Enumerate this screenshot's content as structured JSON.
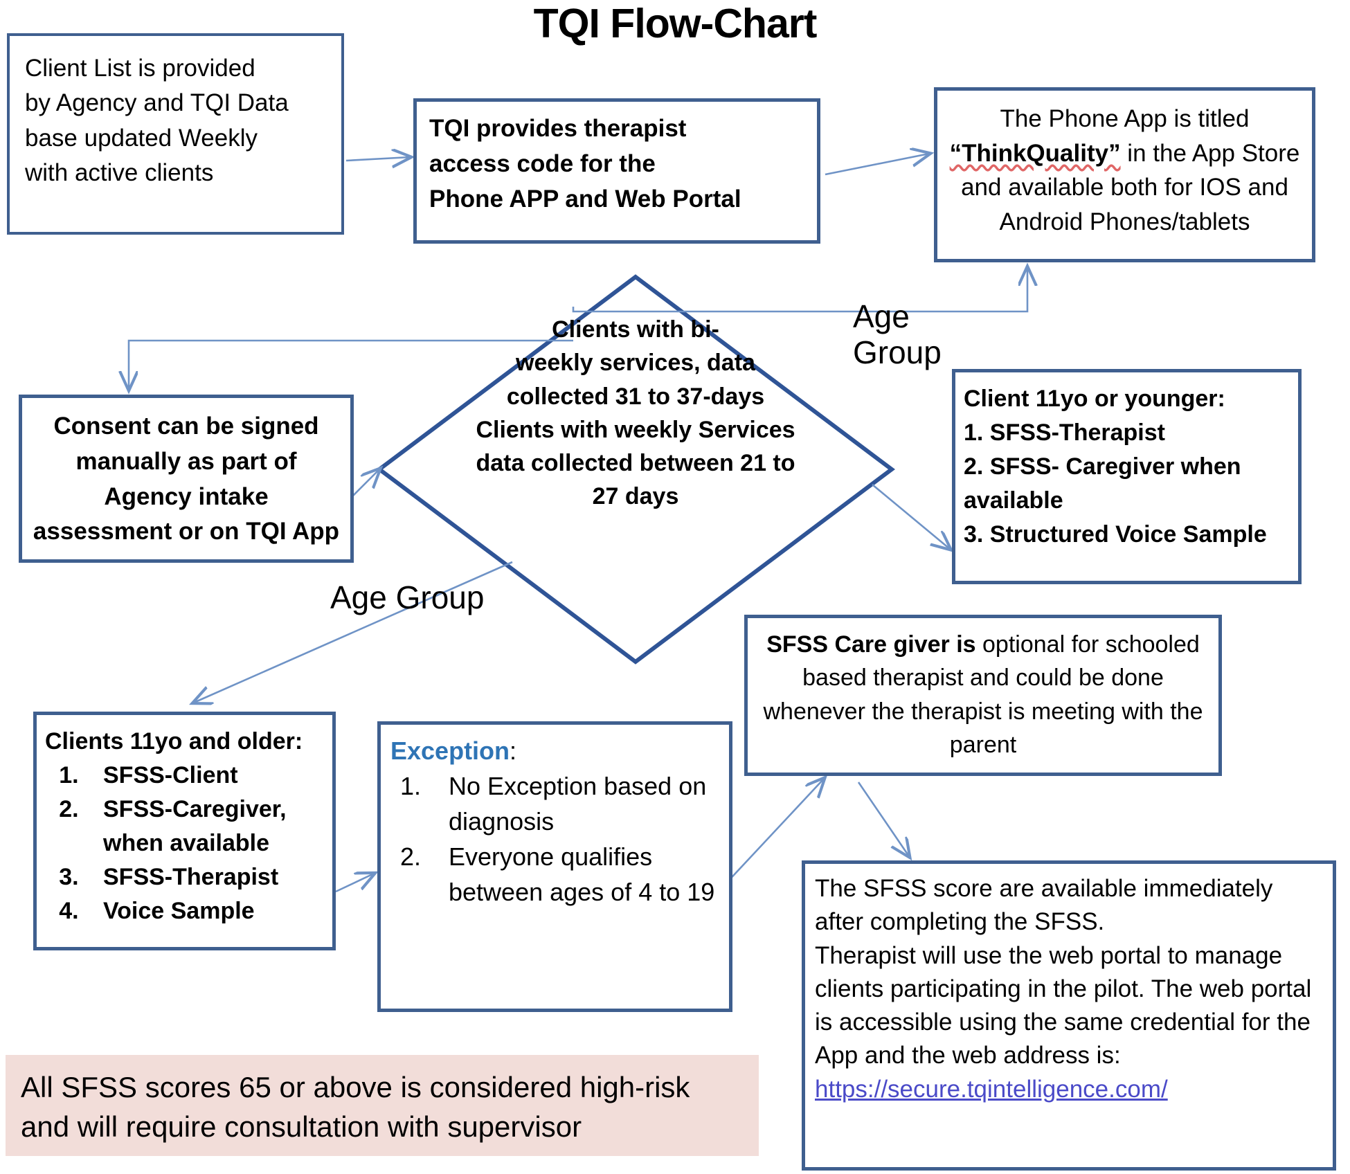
{
  "title": "TQI Flow-Chart",
  "colors": {
    "box_border": "#3f5f8f",
    "diamond_border": "#2f5496",
    "connector": "#6f93c6",
    "banner_bg": "#f2ddd9",
    "exception_accent": "#2e74b5",
    "link": "#4a4ac8"
  },
  "nodes": {
    "client_list": {
      "name": "client-list-box",
      "lines": [
        "Client List is provided",
        "by Agency and TQI Data",
        "base updated Weekly",
        "with active clients"
      ]
    },
    "tqi_access": {
      "name": "tqi-access-code-box",
      "lines": [
        "TQI provides therapist",
        " access code for the",
        "Phone APP and Web Portal"
      ]
    },
    "phone_app": {
      "name": "phone-app-box",
      "line1": "The Phone App is titled",
      "line2_bold": "“ThinkQuality”",
      "line2_rest": " in the App Store",
      "line3": "and available both for IOS and",
      "line4": "Android Phones/tablets"
    },
    "consent": {
      "name": "consent-box",
      "lines": [
        "Consent can be signed",
        "manually as part of",
        "Agency intake",
        "assessment or on TQI App"
      ]
    },
    "decision": {
      "name": "data-collection-decision-diamond",
      "lines": [
        "Clients with bi-",
        "weekly services, data",
        "collected 31 to 37-days",
        "Clients with weekly Services",
        "data collected between 21 to",
        "27 days"
      ]
    },
    "age_younger": {
      "name": "age-11-or-younger-box",
      "heading": "Client 11yo or younger:",
      "items": [
        "1. SFSS-Therapist",
        "2. SFSS- Caregiver when",
        "available",
        "3. Structured Voice Sample"
      ]
    },
    "age_older": {
      "name": "age-11-and-older-box",
      "heading": "Clients 11yo and older:",
      "items": [
        "SFSS-Client",
        "SFSS-Caregiver, when available",
        "SFSS-Therapist",
        "Voice Sample"
      ]
    },
    "exception": {
      "name": "exception-box",
      "heading_word": "Exception",
      "heading_colon": ":",
      "items": [
        "No Exception based on diagnosis",
        "Everyone qualifies between ages of 4 to 19"
      ]
    },
    "sfss_caregiver": {
      "name": "sfss-caregiver-note-box",
      "bold_lead": "SFSS Care giver is",
      "rest": " optional for schooled based therapist and could be done whenever the therapist is meeting with the parent"
    },
    "sfss_score": {
      "name": "sfss-score-note-box",
      "paragraph1": "The SFSS score are available immediately after completing the SFSS.",
      "paragraph2": "Therapist will use the web portal to manage clients participating in the pilot. The web portal is accessible using the same credential for the App and the web address is:",
      "link": "https://secure.tqintelligence.com/"
    },
    "high_risk_banner": {
      "name": "high-risk-banner",
      "text": "All SFSS scores 65 or above is considered high-risk and will require consultation with supervisor"
    }
  },
  "edge_labels": {
    "age_group_right": "Age Group",
    "age_group_left": "Age Group"
  },
  "chart_data": {
    "type": "flowchart",
    "title": "TQI Flow-Chart",
    "nodes": [
      {
        "id": "client_list",
        "shape": "rect",
        "label": "Client List is provided by Agency and TQI Data base updated Weekly with active clients"
      },
      {
        "id": "tqi_access",
        "shape": "rect",
        "label": "TQI provides therapist access code for the Phone APP and Web Portal"
      },
      {
        "id": "phone_app",
        "shape": "rect",
        "label": "The Phone App is titled “ThinkQuality” in the App Store and available both for IOS and Android Phones/tablets"
      },
      {
        "id": "consent",
        "shape": "rect",
        "label": "Consent can be signed manually as part of Agency intake assessment or on TQI App"
      },
      {
        "id": "decision",
        "shape": "diamond",
        "label": "Clients with bi-weekly services, data collected 31 to 37-days. Clients with weekly Services data collected between 21 to 27 days"
      },
      {
        "id": "age_younger",
        "shape": "rect",
        "label": "Client 11yo or younger: 1. SFSS-Therapist 2. SFSS- Caregiver when available 3. Structured Voice Sample"
      },
      {
        "id": "age_older",
        "shape": "rect",
        "label": "Clients 11yo and older: 1. SFSS-Client 2. SFSS-Caregiver, when available 3. SFSS-Therapist 4. Voice Sample"
      },
      {
        "id": "exception",
        "shape": "rect",
        "label": "Exception: 1. No Exception based on diagnosis 2. Everyone qualifies between ages of 4 to 19"
      },
      {
        "id": "sfss_caregiver",
        "shape": "rect",
        "label": "SFSS Care giver is optional for schooled based therapist and could be done whenever the therapist is meeting with the parent"
      },
      {
        "id": "sfss_score",
        "shape": "rect",
        "label": "The SFSS score are available immediately after completing the SFSS..."
      },
      {
        "id": "high_risk_banner",
        "shape": "banner",
        "label": "All SFSS scores 65 or above is considered high-risk and will require consultation with supervisor"
      }
    ],
    "edges": [
      {
        "from": "client_list",
        "to": "tqi_access",
        "label": ""
      },
      {
        "from": "tqi_access",
        "to": "phone_app",
        "label": ""
      },
      {
        "from": "decision",
        "to": "phone_app",
        "label": ""
      },
      {
        "from": "decision",
        "to": "consent",
        "label": ""
      },
      {
        "from": "decision",
        "to": "age_younger",
        "label": "Age Group"
      },
      {
        "from": "decision",
        "to": "age_older",
        "label": "Age Group"
      },
      {
        "from": "consent",
        "to": "decision",
        "label": ""
      },
      {
        "from": "age_older",
        "to": "exception",
        "label": ""
      },
      {
        "from": "exception",
        "to": "sfss_caregiver",
        "label": ""
      },
      {
        "from": "sfss_caregiver",
        "to": "sfss_score",
        "label": ""
      }
    ]
  }
}
